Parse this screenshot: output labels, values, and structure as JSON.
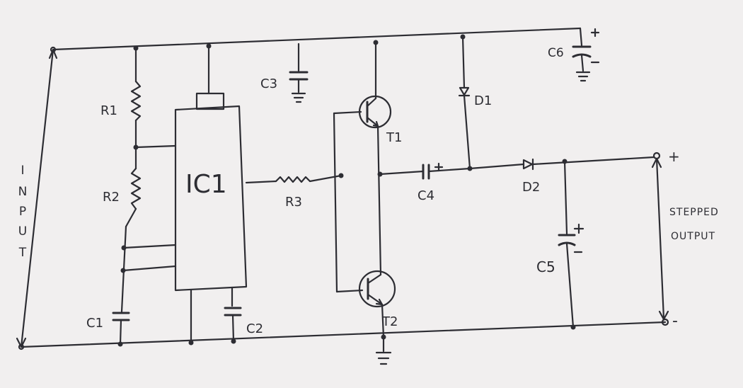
{
  "diagram": {
    "paper_color": "#f1efef",
    "ink_color": "#2d2d33",
    "labels": {
      "r1": "R1",
      "r2": "R2",
      "r3": "R3",
      "ic1": "IC1",
      "c1": "C1",
      "c2": "C2",
      "c3": "C3",
      "c4": "C4",
      "c5": "C5",
      "c6": "C6",
      "d1": "D1",
      "d2": "D2",
      "t1": "T1",
      "t2": "T2",
      "input_letters": [
        "I",
        "N",
        "P",
        "U",
        "T"
      ],
      "output_line1": "STEPPED",
      "output_line2": "OUTPUT",
      "plus": "+",
      "minus": "-"
    }
  }
}
